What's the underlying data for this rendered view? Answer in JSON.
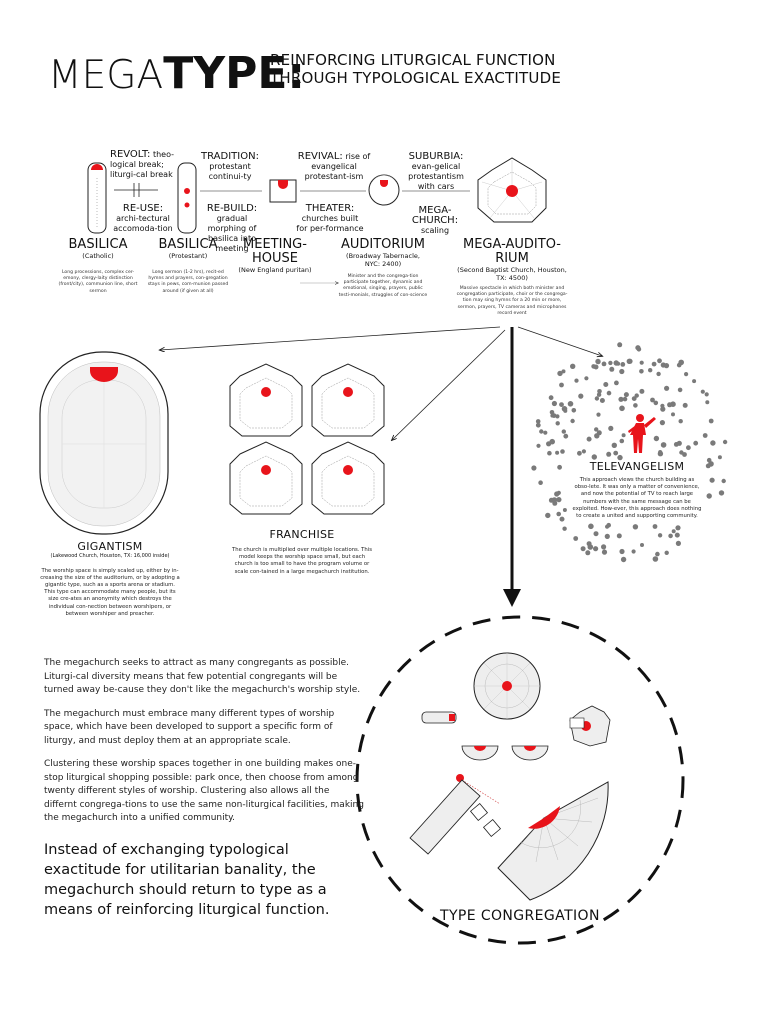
{
  "title": {
    "mega": "MEGA",
    "type": "TYPE:",
    "line1": "REINFORCING LITURGICAL FUNCTION",
    "line2": "THROUGH TYPOLOGICAL EXACTITUDE"
  },
  "transitions": {
    "revolt": {
      "head": "REVOLT:",
      "text": "theo-logical break; liturgi-cal break"
    },
    "reuse": {
      "head": "RE-USE:",
      "text": "archi-tectural accomoda-tion"
    },
    "tradition": {
      "head": "TRADITION:",
      "text": "protestant continui-ty"
    },
    "rebuild": {
      "head": "RE-BUILD:",
      "text": "gradual morphing of basilica into meeting"
    },
    "revival": {
      "head": "REVIVAL:",
      "text": "rise of evangelical protestant-ism"
    },
    "theater": {
      "head": "THEATER:",
      "text": "churches built for per-formance"
    },
    "suburbia": {
      "head": "SUBURBIA:",
      "text": "evan-gelical protestantism with cars"
    },
    "megachurch": {
      "head": "MEGA-CHURCH:",
      "text": "scaling"
    }
  },
  "stages": [
    {
      "name": "BASILICA",
      "sub": "(Catholic)",
      "desc": "Long processions, complex cer-emony, clergy-laity distinction (front/city), communion line, short sermon"
    },
    {
      "name": "BASILICA",
      "sub": "(Protestant)",
      "desc": "Long sermon (1-2 hrs), recit-ed hymns and prayers, con-gregation stays in pews, com-munion passed around (if given at all)"
    },
    {
      "name": "MEETING-HOUSE",
      "sub": "(New England puritan)",
      "desc": ""
    },
    {
      "name": "AUDITORIUM",
      "sub": "(Broadway Tabernacle, NYC: 2400)",
      "desc": "Minister and the congrega-tion participate together, dynamic and emotional, singing, prayers, public testi-monials, struggles of con-science"
    },
    {
      "name": "MEGA-AUDITO-RIUM",
      "sub": "(Second Baptist Church, Houston, TX: 4500)",
      "desc": "Massive spectacle in which both minister and congregation participate, choir or the congrega-tion may sing hymns for a 20 min or more, sermon, prayers, TV cameras and microphones record event"
    }
  ],
  "gigantism": {
    "title": "GIGANTISM",
    "sub": "(Lakewood Church, Houston, TX: 16,000 inside)",
    "desc": "The worship space is simply scaled up, either by in-creasing the size of the auditorium, or by adopting a gigantic type, such as a sports arena or stadium. This type can accommodate many people, but its size cre-ates an anonymity which destroys the individual con-nection between worshipers, or between worshiper and preacher."
  },
  "franchise": {
    "title": "FRANCHISE",
    "desc": "The church is multiplied over multiple locations. This model keeps the worship space small, but each church is too small to have the program volume or scale con-tained in a large megachurch institution."
  },
  "televangelism": {
    "title": "TELEVANGELISM",
    "desc": "This approach views the church building as obso-lete. It was only a matter of convenience, and now the potential of TV to reach large numbers with the same message can be exploited. How-ever, this approach does nothing to create a united and supporting community."
  },
  "body": {
    "p1": "The megachurch seeks to attract as many congregants as possible. Liturgi-cal diversity means that few potential congregants will be turned away be-cause they don't like the megachurch's worship style.",
    "p2": "The megachurch must embrace many different types of worship space, which have been developed to support a specific form of liturgy, and must deploy them at an appropriate scale.",
    "p3": "Clustering these worship spaces together in one building makes one-stop liturgical shopping possible: park once, then choose from among twenty different styles of worship. Clustering also allows all the differnt congrega-tions to use the same non-liturgical facilities, making the megachurch into a unified community.",
    "big": "Instead of exchanging typological exactitude for utilitarian banality, the megachurch should return to type as a means of reinforcing liturgical function."
  },
  "type_congregation": "TYPE CONGREGATION",
  "colors": {
    "accent": "#e8141b",
    "line": "#111111",
    "fill": "#eeeeee",
    "dot": "#7a7a7a"
  },
  "icons": [
    "arrow-right-icon",
    "arrow-down-icon",
    "figure-icon"
  ]
}
